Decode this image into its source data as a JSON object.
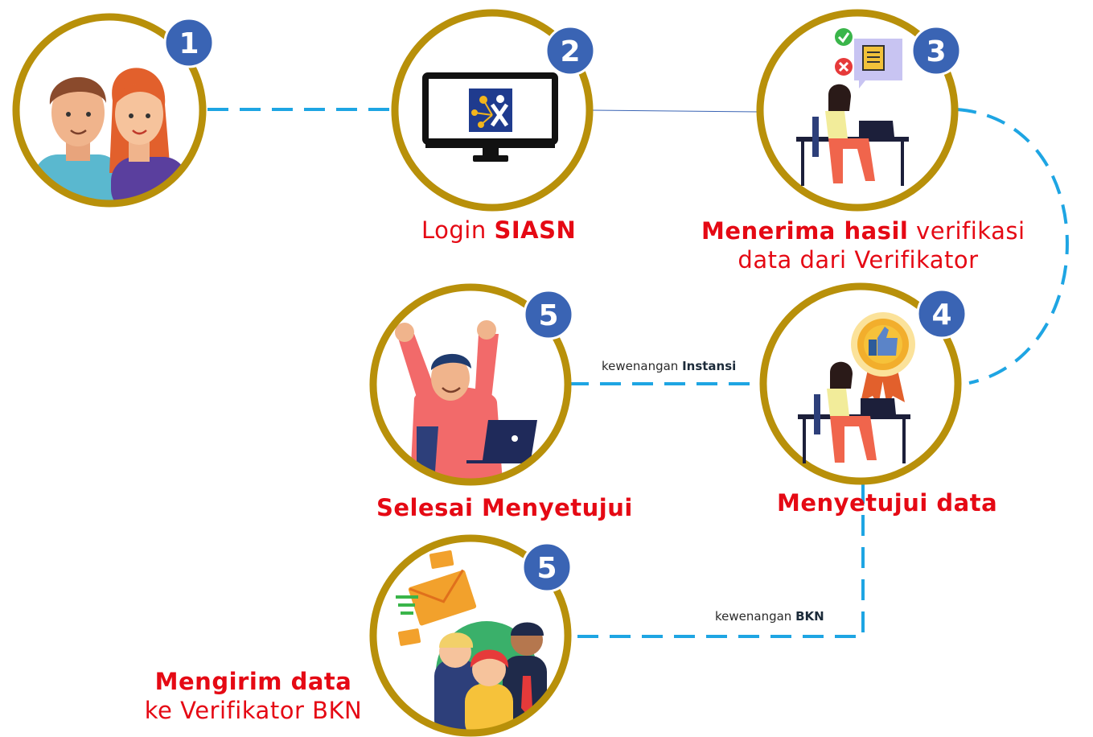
{
  "steps": [
    {
      "number": "1"
    },
    {
      "number": "2",
      "label_bold": "SIASN",
      "label_prefix": "Login "
    },
    {
      "number": "3",
      "label_line1_bold": "Menerima hasil",
      "label_line1_rest": " verifikasi",
      "label_line2": "data dari Verifikator"
    },
    {
      "number": "4",
      "label_bold": "Menyetujui data"
    },
    {
      "number": "5",
      "label_bold": "Selesai Menyetujui"
    },
    {
      "number": "5",
      "label_line1_bold": "Mengirim data",
      "label_line2": "ke Verifikator BKN"
    }
  ],
  "edges": {
    "instansi": {
      "prefix": "kewenangan ",
      "bold": "Instansi"
    },
    "bkn": {
      "prefix": "kewenangan ",
      "bold": "BKN"
    }
  },
  "colors": {
    "ring": "#b8900a",
    "badge": "#3a64b4",
    "label": "#e50914",
    "connector": "#1ea5e3"
  }
}
